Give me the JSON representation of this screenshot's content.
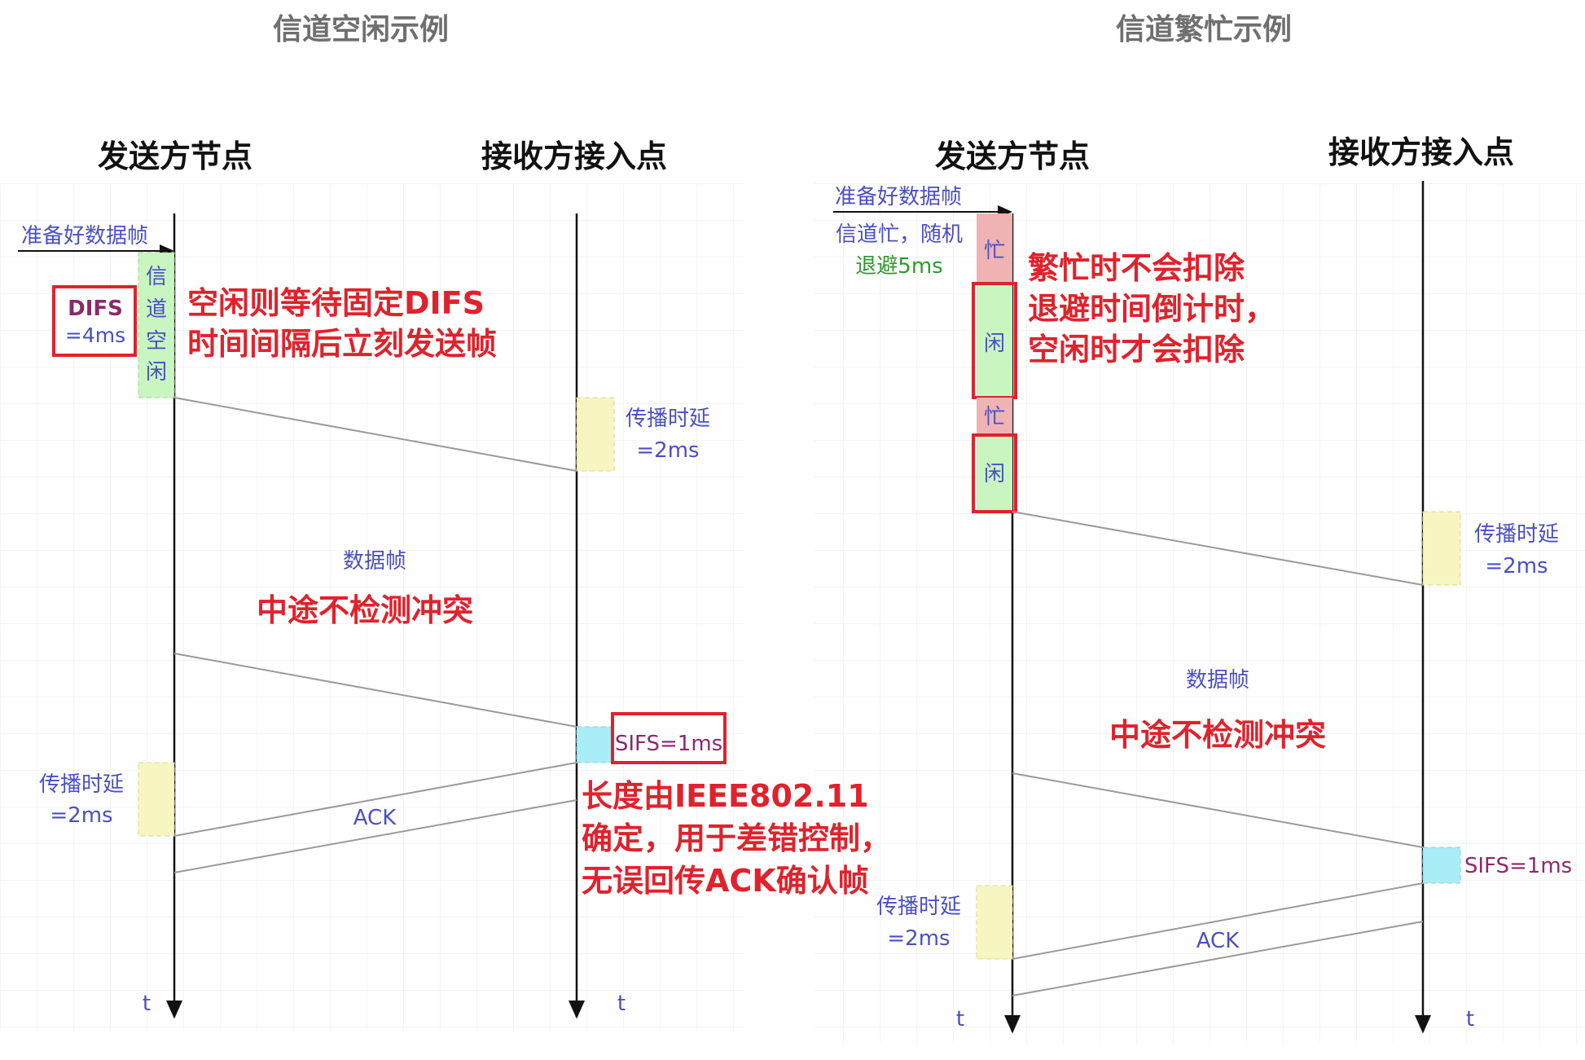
{
  "left_panel": {
    "title": "信道空闲示例",
    "sender_header": "发送方节点",
    "receiver_header": "接收方接入点",
    "prepare_label": "准备好数据帧",
    "idle_box_chars": [
      "信",
      "道",
      "空",
      "闲"
    ],
    "difs_label": "DIFS",
    "difs_value": "=4ms",
    "difs_note_lines": [
      "空闲则等待固定DIFS",
      "时间间隔后立刻发送帧"
    ],
    "prop_delay_right_lines": [
      "传播时延",
      "=2ms"
    ],
    "data_frame_label": "数据帧",
    "no_collision_note": "中途不检测冲突",
    "sifs_label": "SIFS=1ms",
    "sifs_note_lines": [
      "长度由IEEE802.11",
      "确定，用于差错控制，",
      "无误回传ACK确认帧"
    ],
    "prop_delay_left_lines": [
      "传播时延",
      "=2ms"
    ],
    "ack_label": "ACK",
    "time_axis_sender": "t",
    "time_axis_receiver": "t"
  },
  "right_panel": {
    "title": "信道繁忙示例",
    "sender_header": "发送方节点",
    "receiver_header": "接收方接入点",
    "prepare_label": "准备好数据帧",
    "busy_text": "信道忙，随机",
    "backoff_text": "退避5ms",
    "state_labels": [
      "忙",
      "闲",
      "忙",
      "闲"
    ],
    "busy_note_lines": [
      "繁忙时不会扣除",
      "退避时间倒计时，",
      "空闲时才会扣除"
    ],
    "prop_delay_right_lines": [
      "传播时延",
      "=2ms"
    ],
    "data_frame_label": "数据帧",
    "no_collision_note": "中途不检测冲突",
    "sifs_label": "SIFS=1ms",
    "prop_delay_left_lines": [
      "传播时延",
      "=2ms"
    ],
    "ack_label": "ACK",
    "time_axis_sender": "t",
    "time_axis_receiver": "t"
  },
  "colors": {
    "title_gray": "#6f6f6f",
    "header_black": "#111111",
    "label_blue": "#4a4fc2",
    "note_red": "#e0222c",
    "difs_purple": "#8a2a6a",
    "green_text": "#2e9a2e",
    "idle_green": "#c8f5c0",
    "busy_pink": "#f0b3b3",
    "delay_yellow": "#f8f6c0",
    "sifs_cyan": "#a9eef7",
    "grid": "#ececec",
    "line_gray": "#9a9a9a"
  }
}
